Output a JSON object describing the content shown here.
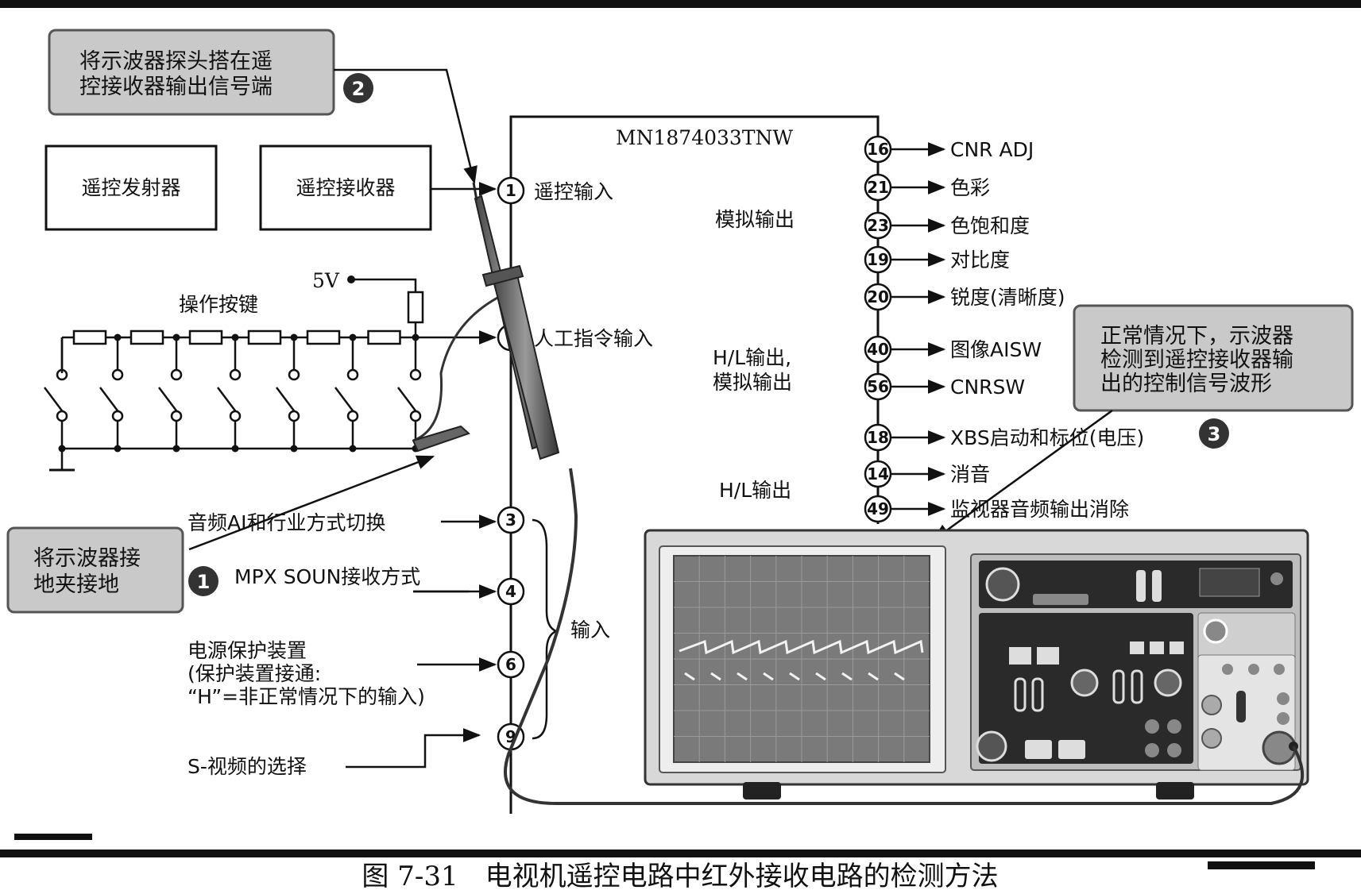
{
  "chip": {
    "name": "MN1874033TNW"
  },
  "blocks": {
    "transmitter": "遥控发射器",
    "receiver": "遥控接收器"
  },
  "keys": {
    "label": "操作按键",
    "supply": "5V"
  },
  "left_pins": [
    {
      "num": "1",
      "label": "遥控输入"
    },
    {
      "num": "",
      "label": "人工指令输入"
    },
    {
      "num": "3",
      "label": "音频AI和行业方式切换"
    },
    {
      "num": "4",
      "label": "MPX SOUN接收方式"
    },
    {
      "num": "6",
      "label_lines": [
        "电源保护装置",
        "(保护装置接通:",
        "“H”=非正常情况下的输入)"
      ]
    },
    {
      "num": "9",
      "label": "S-视频的选择"
    }
  ],
  "input_brace_label": "输入",
  "group_labels": {
    "analog": "模拟输出",
    "hl_analog_1": "H/L输出,",
    "hl_analog_2": "模拟输出",
    "hl": "H/L输出"
  },
  "right_pins": [
    {
      "num": "16",
      "label": "CNR ADJ"
    },
    {
      "num": "21",
      "label": "色彩"
    },
    {
      "num": "23",
      "label": "色饱和度"
    },
    {
      "num": "19",
      "label": "对比度"
    },
    {
      "num": "20",
      "label": "锐度(清晰度)"
    },
    {
      "num": "40",
      "label": "图像AISW"
    },
    {
      "num": "56",
      "label": "CNRSW"
    },
    {
      "num": "18",
      "label": "XBS启动和标位(电压)"
    },
    {
      "num": "14",
      "label": "消音"
    },
    {
      "num": "49",
      "label": "监视器音频输出消除"
    }
  ],
  "callouts": [
    {
      "badge": "1",
      "lines": [
        "将示波器接",
        "地夹接地"
      ]
    },
    {
      "badge": "2",
      "lines": [
        "将示波器探头搭在遥",
        "控接收器输出信号端"
      ]
    },
    {
      "badge": "3",
      "lines": [
        "正常情况下，示波器",
        "检测到遥控接收器输",
        "出的控制信号波形"
      ]
    }
  ],
  "caption": "图 7-31　电视机遥控电路中红外接收电路的检测方法",
  "colors": {
    "callout_fill": "#c9c9c9",
    "badge": "#333333",
    "screen": "#7a7a7a",
    "scope_body": "#d8d8d8",
    "panel": "#2a2a2a"
  }
}
